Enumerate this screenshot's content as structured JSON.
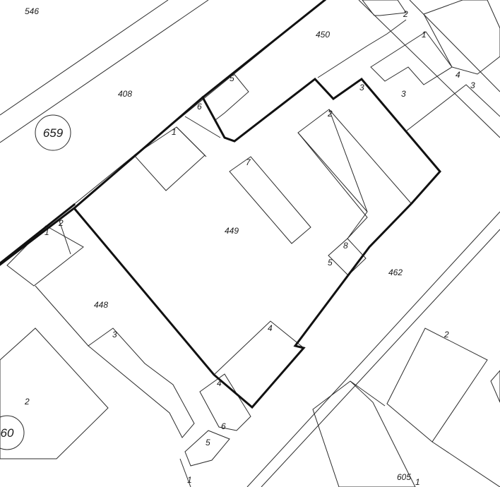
{
  "parcel_labels": {
    "p546": "546",
    "p408": "408",
    "p450": "450",
    "p449": "449",
    "p448": "448",
    "p462": "462",
    "p605": "605",
    "p605_sub": "1"
  },
  "circled_labels": {
    "c659": "659",
    "c60": "60"
  },
  "building_labels": {
    "b1_408": "1",
    "b6_408": "6",
    "b5_408": "5",
    "b2_top": "2",
    "b1_top": "1",
    "b4_top": "4",
    "b3_top_a": "3",
    "b3_top_b": "3",
    "b3_top_c": "3",
    "b2_449": "2",
    "b7_449": "7",
    "b8_449": "8",
    "b5_449": "5",
    "b4_449": "4",
    "b4_bottom": "4",
    "b1_left": "1",
    "b2_left": "2",
    "b3_448": "3",
    "b2_448": "2",
    "b6_bottom": "6",
    "b5_bottom": "5",
    "b1_bottom": "1",
    "b2_right": "2"
  }
}
